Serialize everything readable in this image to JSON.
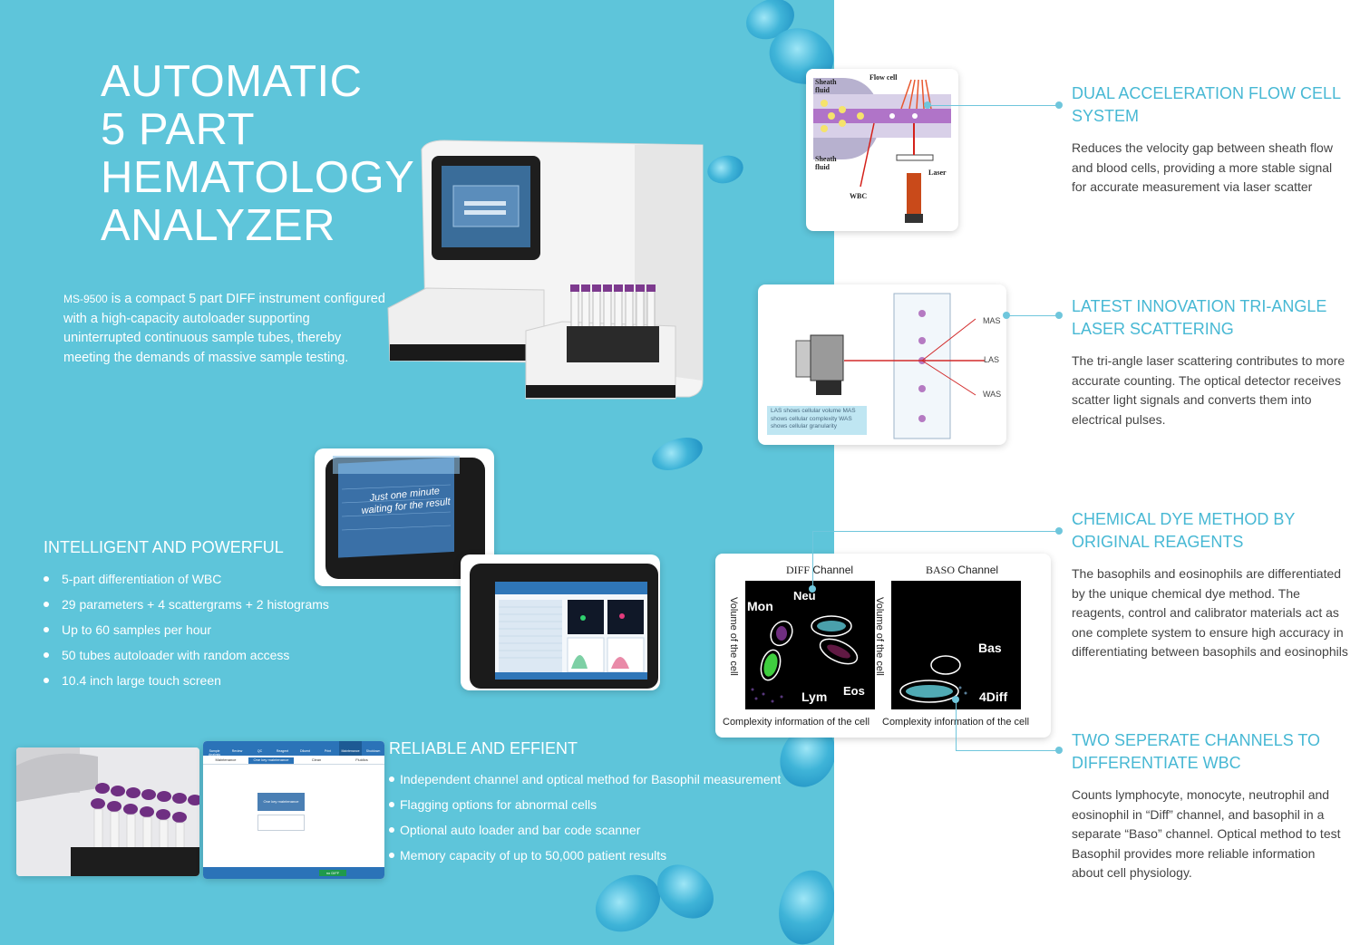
{
  "title_lines": [
    "AUTOMATIC",
    "5 PART",
    "HEMATOLOGY",
    "ANALYZER"
  ],
  "intro_text": "MS-9500 is a compact 5 part DIFF instrument configured with a high-capacity autoloader supporting uninterrupted continuous sample tubes, thereby meeting the demands of massive sample testing.",
  "intelligent": {
    "title": "INTELLIGENT AND POWERFUL",
    "items": [
      "5-part differentiation of WBC",
      "29 parameters + 4 scattergrams + 2 histograms",
      "Up to 60 samples per hour",
      "50 tubes autoloader with random access",
      "10.4 inch large touch screen"
    ]
  },
  "reliable": {
    "title": "RELIABLE AND EFFIENT",
    "items": [
      "Independent channel and optical method for Basophil measurement",
      "Flagging options for abnormal cells",
      "Optional auto loader and bar code scanner",
      "Memory capacity of up to 50,000 patient results"
    ]
  },
  "screen_caption": [
    "Just one minute",
    "waiting for the result"
  ],
  "maintenance_screen": {
    "toolbar": [
      "Sample Analysis",
      "Review",
      "QC",
      "Reagent",
      "Diluent",
      "Print",
      "Maintenance",
      "Shutdown"
    ],
    "tabs": [
      "Maintenance",
      "One key maintenance",
      "Clean",
      "Fluidics"
    ],
    "button": "One key maintenance",
    "status": "no DIFF"
  },
  "flowcell": {
    "labels": {
      "sheath_top": [
        "Sheath",
        "fluid"
      ],
      "sheath_bottom": [
        "Sheath",
        "fluid"
      ],
      "flow_cell": "Flow cell",
      "laser": "Laser",
      "wbc": "WBC"
    }
  },
  "laser_diagram": {
    "labels": {
      "mas": "MAS",
      "las": "LAS",
      "was": "WAS"
    },
    "caption": [
      "LAS shows cellular volume MAS",
      "shows cellular complexity WAS",
      "shows cellular granularity"
    ]
  },
  "scatter": {
    "diff_title": [
      "DIFF",
      "Channel"
    ],
    "baso_title": [
      "BASO",
      "Channel"
    ],
    "y_label": "Volume of the cell",
    "x_label": "Complexity information of the cell",
    "diff_labels": {
      "mon": "Mon",
      "neu": "Neu",
      "lym": "Lym",
      "eos": "Eos"
    },
    "baso_labels": {
      "bas": "Bas",
      "4diff": "4Diff"
    }
  },
  "features": [
    {
      "title": "DUAL ACCELERATION FLOW CELL SYSTEM",
      "body": "Reduces the velocity gap between sheath flow and blood cells, providing a more stable signal for accurate measurement via laser scatter"
    },
    {
      "title": "LATEST INNOVATION TRI-ANGLE LASER SCATTERING",
      "body": "The tri-angle laser scattering contributes to more accurate counting. The optical detector receives scatter light signals and converts them into electrical pulses."
    },
    {
      "title": "CHEMICAL DYE METHOD BY ORIGINAL REAGENTS",
      "body": "The basophils and eosinophils are differentiated by the unique chemical dye method. The reagents, control and calibrator materials act as one complete system to ensure high accuracy in differentiating between basophils and eosinophils"
    },
    {
      "title": "TWO SEPERATE CHANNELS TO DIFFERENTIATE WBC",
      "body": "Counts lymphocyte, monocyte, neutrophil and eosinophil in “Diff” channel, and basophil in a separate “Baso” channel. Optical method to test Basophil provides more reliable information about cell physiology."
    }
  ],
  "colors": {
    "panel_blue": "#5ec5da",
    "accent_teal": "#47b8d4",
    "body_gray": "#444444"
  }
}
